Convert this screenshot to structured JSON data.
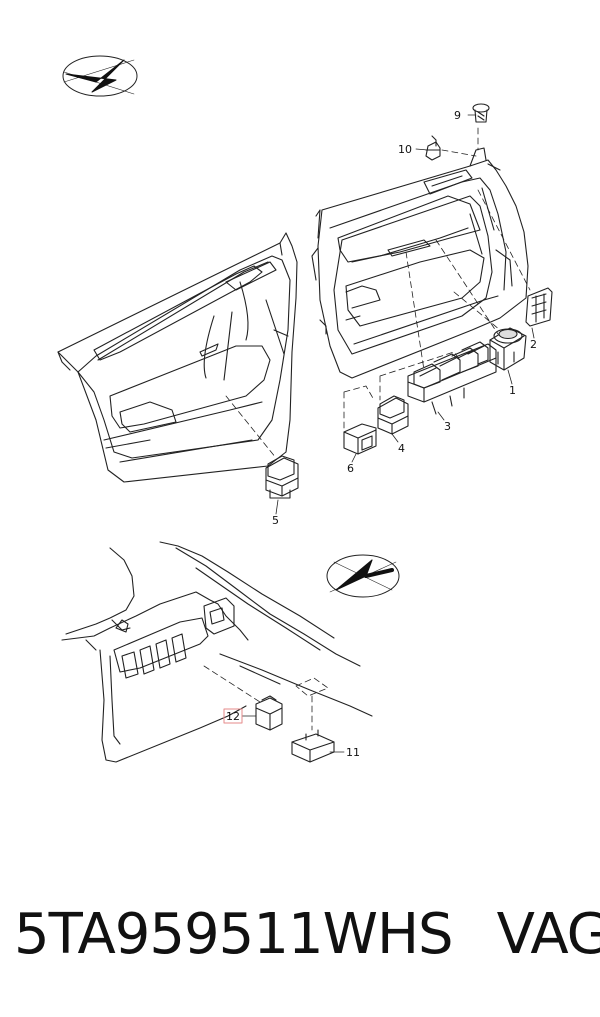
{
  "callouts": {
    "c1": "1",
    "c2": "2",
    "c3": "3",
    "c4": "4",
    "c5": "5",
    "c6": "6",
    "c9": "9",
    "c10": "10",
    "c11": "11",
    "c12": "12"
  },
  "caption": {
    "part_number": "5TA959511WHS",
    "brand": "VAG"
  },
  "colors": {
    "line": "#222222",
    "highlight_box": "#e58a8a"
  },
  "icons": [
    "direction-arrow-icon",
    "direction-arrow-icon"
  ]
}
